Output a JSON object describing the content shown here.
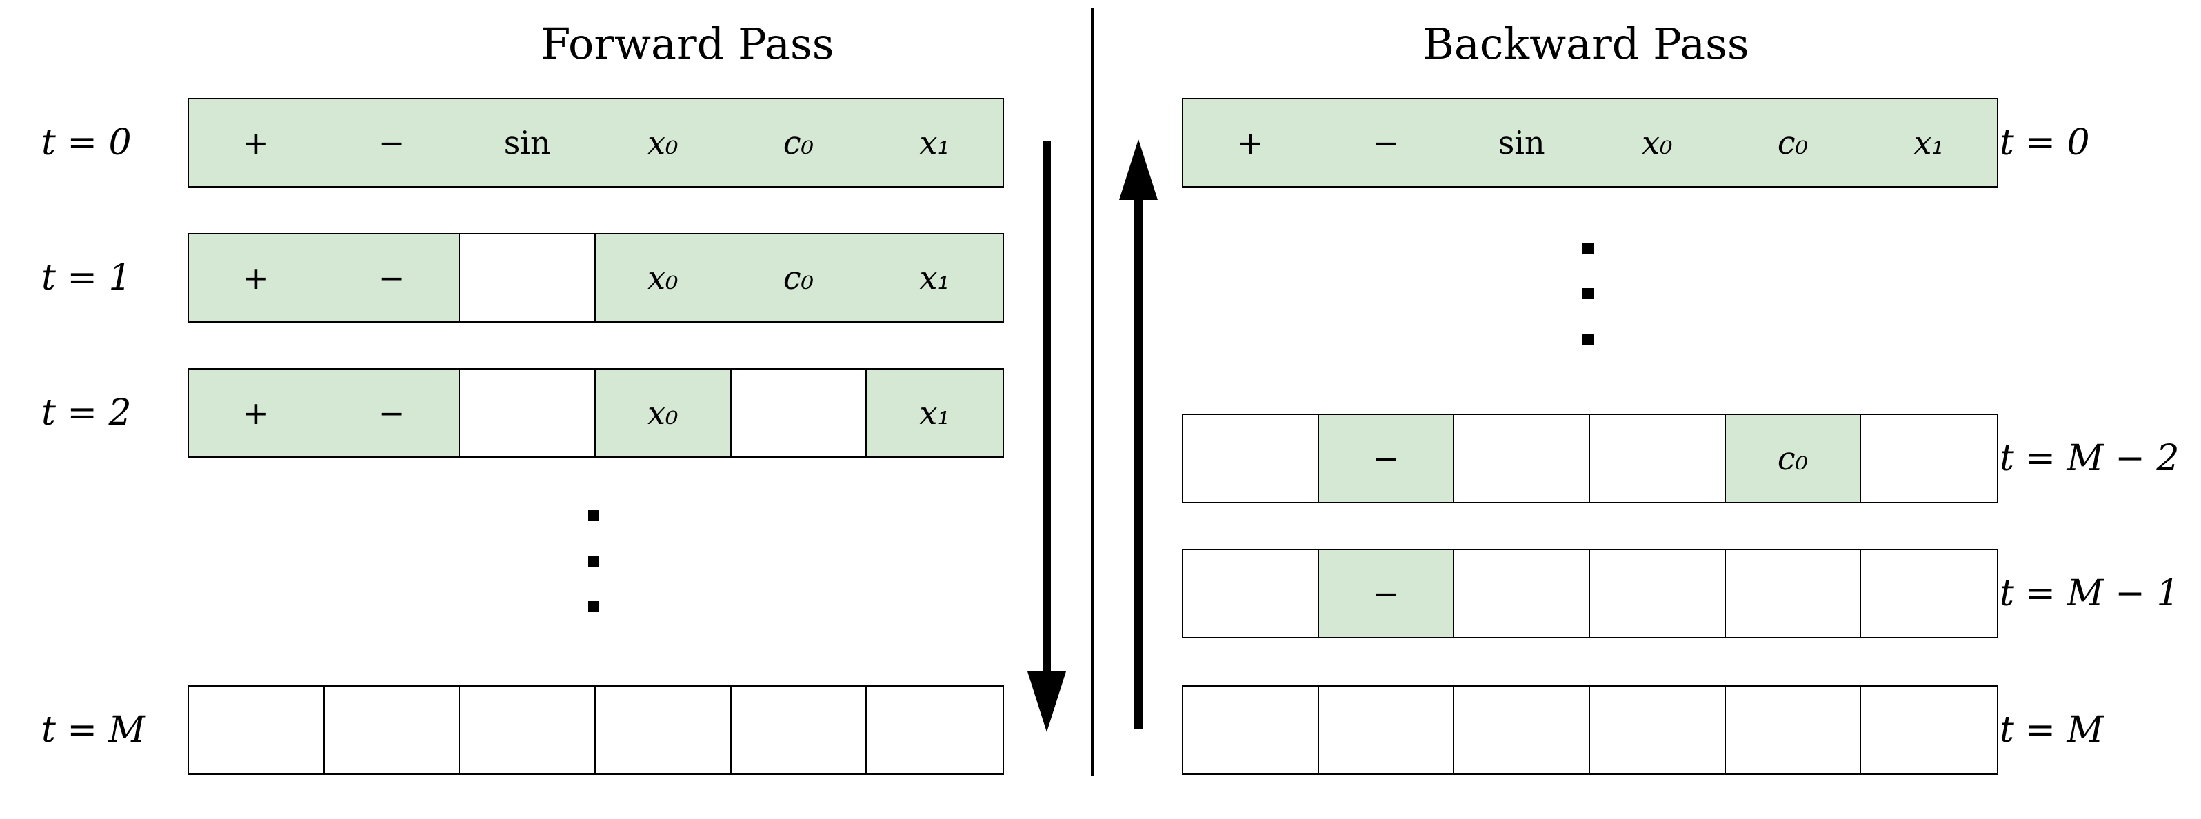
{
  "forward": {
    "title": "Forward Pass",
    "rows": [
      {
        "label": "t = 0",
        "cells": [
          "+",
          "−",
          "sin",
          "x₀",
          "c₀",
          "x₁"
        ],
        "filled": [
          true,
          true,
          true,
          true,
          true,
          true
        ]
      },
      {
        "label": "t = 1",
        "cells": [
          "+",
          "−",
          "",
          "x₀",
          "c₀",
          "x₁"
        ],
        "filled": [
          true,
          true,
          false,
          true,
          true,
          true
        ]
      },
      {
        "label": "t = 2",
        "cells": [
          "+",
          "−",
          "",
          "x₀",
          "",
          "x₁"
        ],
        "filled": [
          true,
          true,
          false,
          true,
          false,
          true
        ]
      },
      {
        "label": "t = M",
        "cells": [
          "",
          "",
          "",
          "",
          "",
          ""
        ],
        "filled": [
          false,
          false,
          false,
          false,
          false,
          false
        ]
      }
    ]
  },
  "backward": {
    "title": "Backward Pass",
    "rows": [
      {
        "label": "t = 0",
        "cells": [
          "+",
          "−",
          "sin",
          "x₀",
          "c₀",
          "x₁"
        ],
        "filled": [
          true,
          true,
          true,
          true,
          true,
          true
        ]
      },
      {
        "label": "t = M − 2",
        "cells": [
          "",
          "−",
          "",
          "",
          "c₀",
          ""
        ],
        "filled": [
          false,
          true,
          false,
          false,
          true,
          false
        ]
      },
      {
        "label": "t = M − 1",
        "cells": [
          "",
          "−",
          "",
          "",
          "",
          ""
        ],
        "filled": [
          false,
          true,
          false,
          false,
          false,
          false
        ]
      },
      {
        "label": "t = M",
        "cells": [
          "",
          "",
          "",
          "",
          "",
          ""
        ],
        "filled": [
          false,
          false,
          false,
          false,
          false,
          false
        ]
      }
    ]
  },
  "colors": {
    "filled": "#d5e8d4",
    "empty": "#ffffff",
    "stroke": "#000000"
  }
}
